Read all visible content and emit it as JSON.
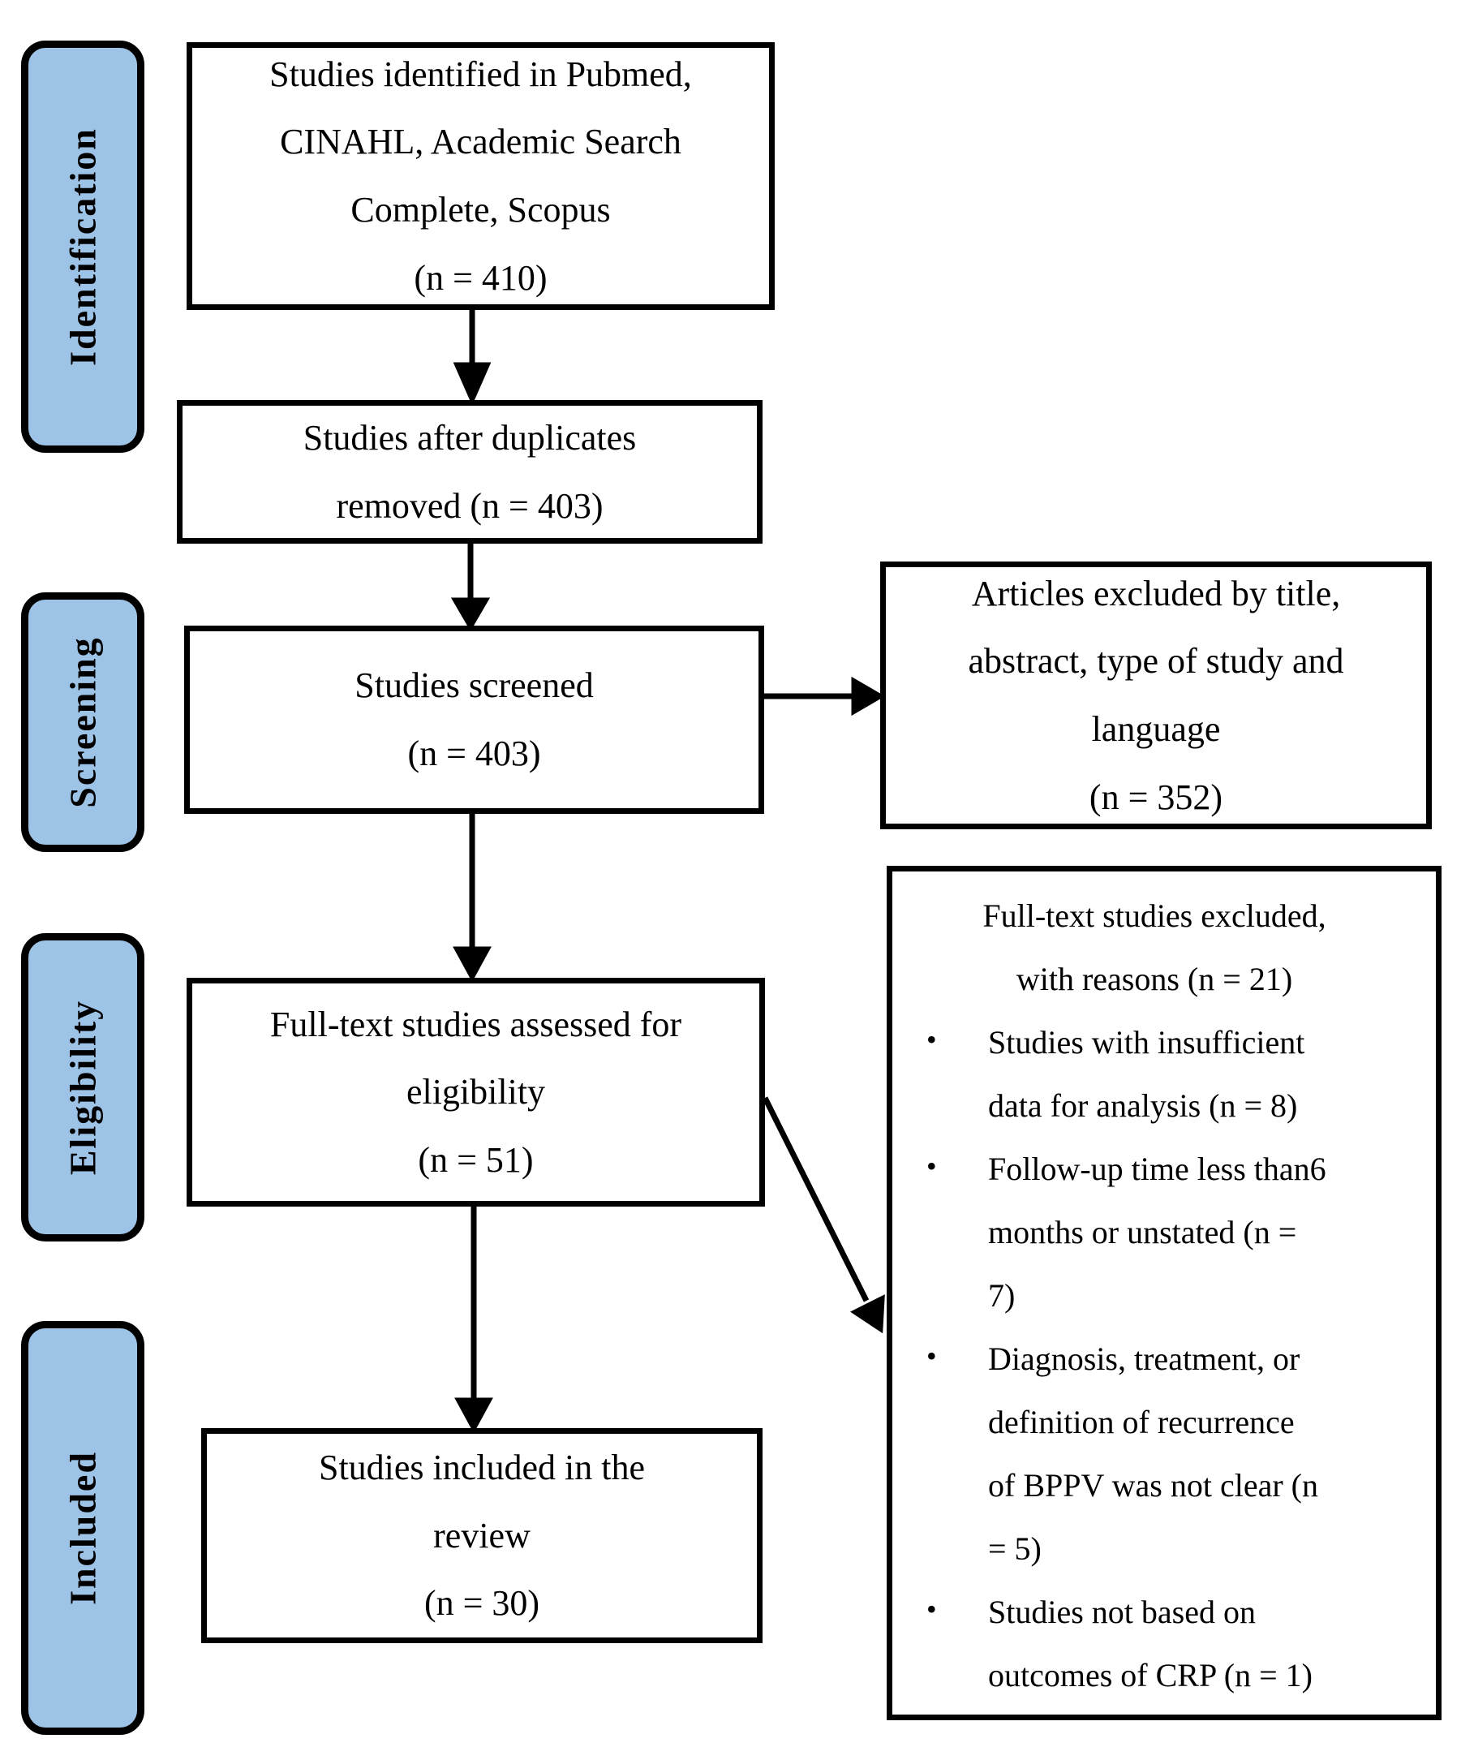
{
  "figure": {
    "stage_fill_color": "#9dc3e6",
    "line_color": "#000000",
    "background_color": "#ffffff"
  },
  "stages": [
    {
      "label": "Identification"
    },
    {
      "label": "Screening"
    },
    {
      "label": "Eligibility"
    },
    {
      "label": "Included"
    }
  ],
  "boxes": {
    "identified": {
      "lines": [
        "Studies identified in Pubmed,",
        "CINAHL, Academic Search",
        "Complete, Scopus",
        "(n = 410)"
      ]
    },
    "after_duplicates": {
      "lines": [
        "Studies after duplicates",
        "removed (n = 403)"
      ]
    },
    "screened": {
      "lines": [
        "Studies screened",
        "(n = 403)"
      ]
    },
    "fulltext_assessed": {
      "lines": [
        "Full-text studies assessed for",
        "eligibility",
        "(n = 51)"
      ]
    },
    "included_review": {
      "lines": [
        "Studies included in the",
        "review",
        "(n = 30)"
      ]
    },
    "excluded_title_abstract": {
      "lines": [
        "Articles excluded by title,",
        "abstract, type of study and",
        "language",
        "(n = 352)"
      ]
    },
    "excluded_fulltext": {
      "header_lines": [
        "Full-text studies excluded,",
        "with reasons (n = 21)"
      ],
      "bullet_glyph": "•",
      "reasons": [
        {
          "lines": [
            "Studies with insufficient",
            "data for analysis (n = 8)"
          ]
        },
        {
          "lines": [
            "Follow-up time less than6",
            "months or unstated (n =",
            "7)"
          ]
        },
        {
          "lines": [
            "Diagnosis, treatment, or",
            "definition of recurrence",
            "of BPPV was not clear (n",
            "= 5)"
          ]
        },
        {
          "lines": [
            "Studies not based on",
            "outcomes of CRP (n = 1)"
          ]
        }
      ]
    }
  }
}
